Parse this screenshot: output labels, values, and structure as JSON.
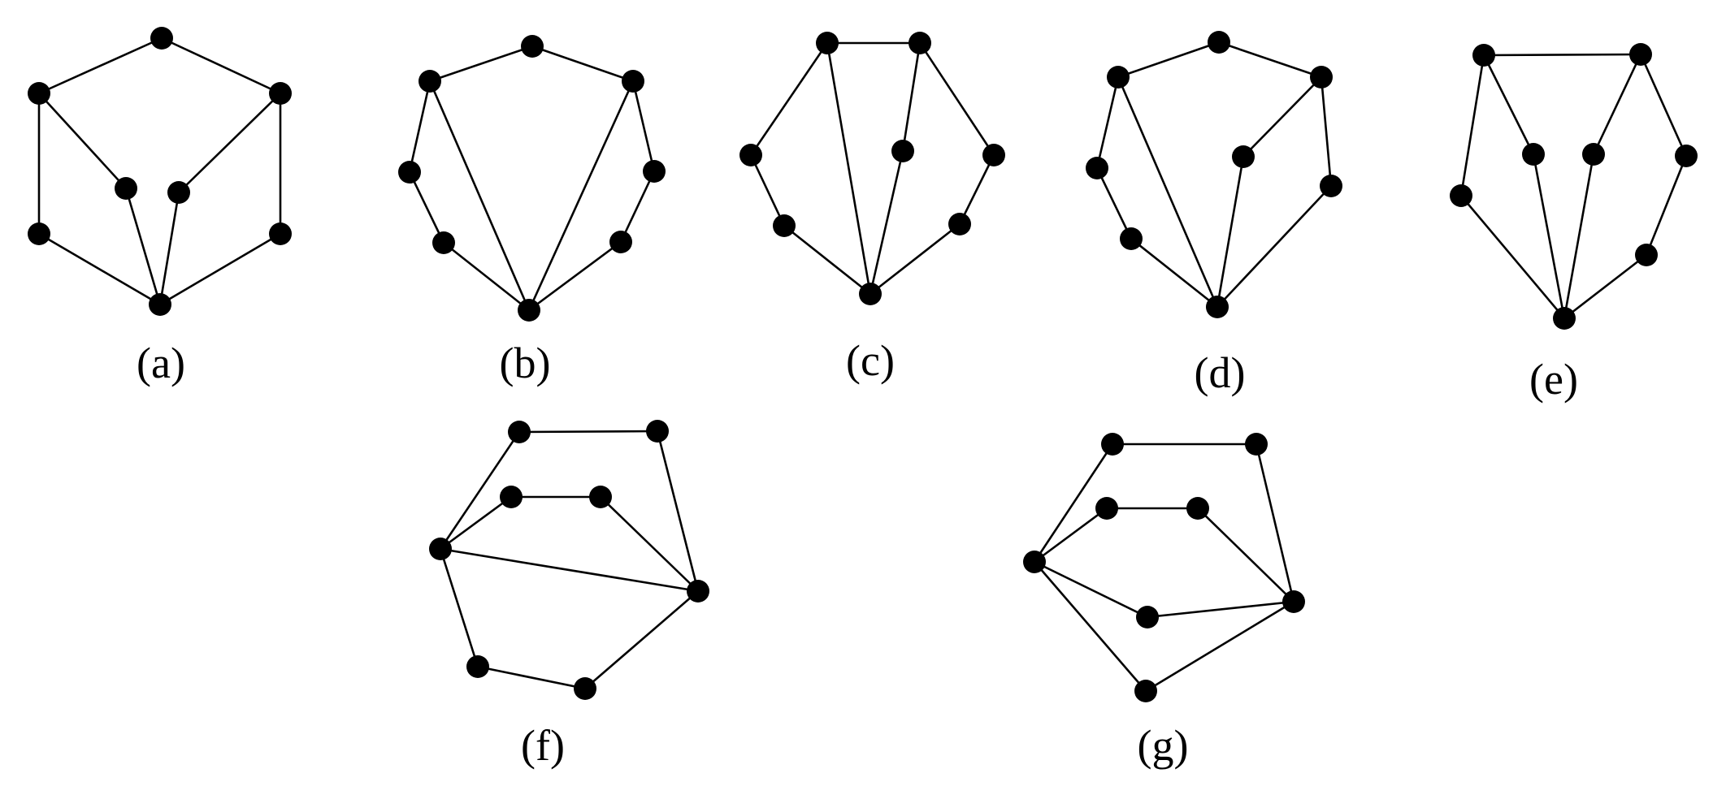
{
  "figure": {
    "panels": [
      {
        "id": "a",
        "caption": "(a)",
        "vertex_count": 8,
        "edges": [
          [
            0,
            1
          ],
          [
            1,
            2
          ],
          [
            0,
            3
          ],
          [
            3,
            4
          ],
          [
            0,
            5
          ],
          [
            5,
            6
          ],
          [
            2,
            7
          ],
          [
            7,
            6
          ],
          [
            6,
            4
          ]
        ]
      },
      {
        "id": "b",
        "caption": "(b)",
        "vertex_count": 8,
        "edges": [
          [
            0,
            1
          ],
          [
            1,
            2
          ],
          [
            1,
            3
          ],
          [
            3,
            4
          ],
          [
            4,
            5
          ],
          [
            5,
            6
          ],
          [
            2,
            6
          ],
          [
            2,
            7
          ],
          [
            7,
            8
          ],
          [
            8,
            9
          ],
          [
            9,
            6
          ]
        ]
      },
      {
        "id": "c",
        "caption": "(c)",
        "vertex_count": 8,
        "edges": [
          [
            0,
            1
          ],
          [
            0,
            2
          ],
          [
            2,
            3
          ],
          [
            3,
            4
          ],
          [
            0,
            4
          ],
          [
            1,
            5
          ],
          [
            5,
            4
          ],
          [
            1,
            6
          ],
          [
            6,
            7
          ],
          [
            7,
            4
          ]
        ]
      },
      {
        "id": "d",
        "caption": "(d)",
        "vertex_count": 8,
        "edges": [
          [
            0,
            1
          ],
          [
            1,
            2
          ],
          [
            1,
            3
          ],
          [
            3,
            4
          ],
          [
            4,
            5
          ],
          [
            1,
            5
          ],
          [
            2,
            6
          ],
          [
            6,
            5
          ],
          [
            2,
            7
          ],
          [
            7,
            5
          ]
        ]
      },
      {
        "id": "e",
        "caption": "(e)",
        "vertex_count": 8,
        "edges": [
          [
            0,
            1
          ],
          [
            0,
            2
          ],
          [
            2,
            3
          ],
          [
            0,
            4
          ],
          [
            4,
            3
          ],
          [
            1,
            5
          ],
          [
            5,
            3
          ],
          [
            1,
            6
          ],
          [
            6,
            7
          ],
          [
            7,
            3
          ]
        ]
      },
      {
        "id": "f",
        "caption": "(f)",
        "vertex_count": 8,
        "edges": [
          [
            0,
            1
          ],
          [
            0,
            2
          ],
          [
            2,
            3
          ],
          [
            3,
            4
          ],
          [
            4,
            5
          ],
          [
            5,
            6
          ],
          [
            6,
            1
          ],
          [
            2,
            6
          ],
          [
            1,
            5
          ]
        ]
      },
      {
        "id": "g",
        "caption": "(g)",
        "vertex_count": 8,
        "edges": [
          [
            0,
            1
          ],
          [
            0,
            2
          ],
          [
            2,
            3
          ],
          [
            3,
            4
          ],
          [
            4,
            5
          ],
          [
            5,
            2
          ],
          [
            1,
            5
          ],
          [
            2,
            6
          ],
          [
            6,
            7
          ],
          [
            7,
            5
          ]
        ]
      }
    ]
  }
}
